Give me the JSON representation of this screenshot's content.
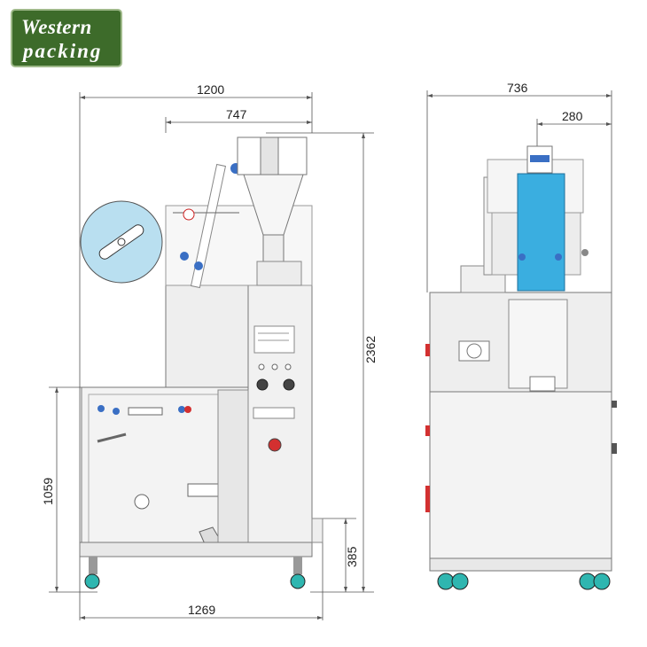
{
  "logo": {
    "line1": "Western",
    "line2": "packing"
  },
  "dimensions": {
    "front_overall_width": "1200",
    "front_upper_width": "747",
    "front_total_height": "2362",
    "front_lower_height": "1059",
    "front_base_width": "1269",
    "front_step_height": "385",
    "side_overall_width": "736",
    "side_top_width": "280"
  },
  "colors": {
    "logo_bg": "#3d6b2a",
    "film_blue": "#3aaee0",
    "disc_blue": "#b9dff0",
    "caster_teal": "#2fb6b0",
    "button_red": "#d33030"
  }
}
